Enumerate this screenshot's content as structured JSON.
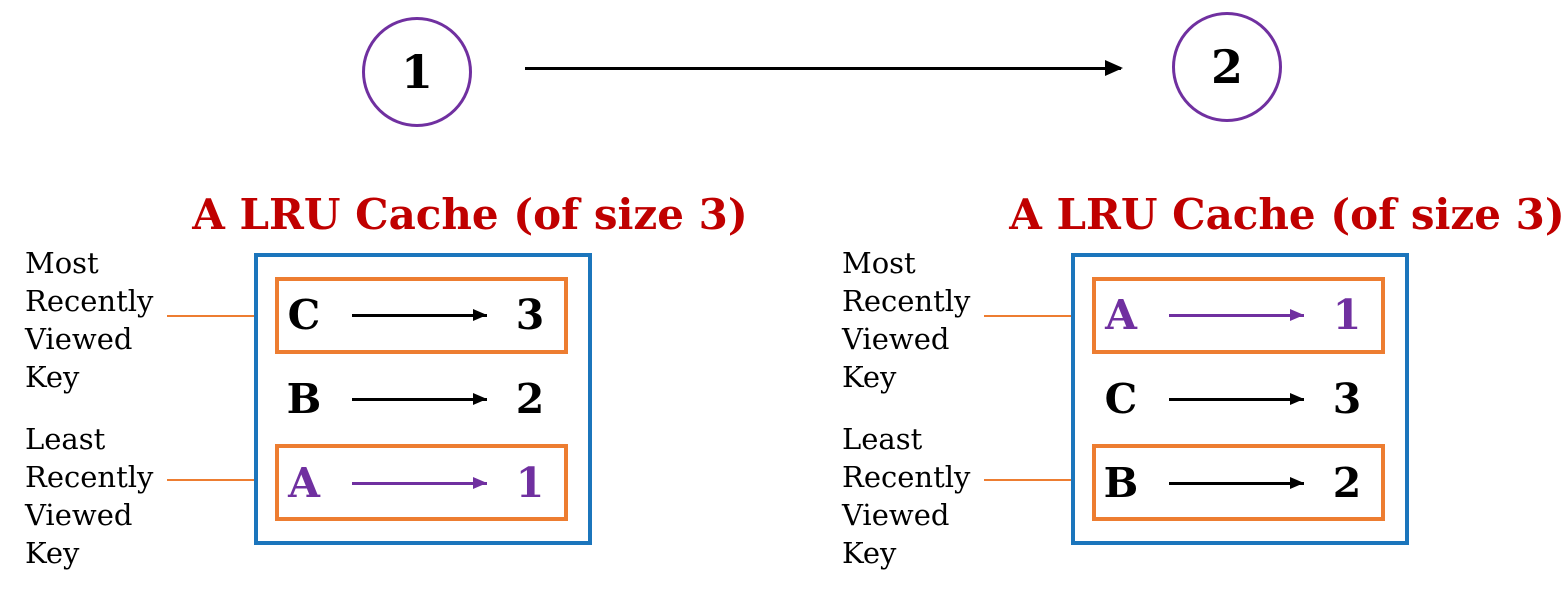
{
  "colors": {
    "purple": "#7030A0",
    "blue": "#1B75BC",
    "orange": "#ED7D31",
    "title_red": "#C00000",
    "ink": "#000000"
  },
  "flow_diagram": {
    "step1_label": "1",
    "step2_label": "2"
  },
  "panels": [
    {
      "title": "A LRU Cache (of size 3)",
      "most_label_lines": [
        "Most",
        "Recently",
        "Viewed",
        "Key"
      ],
      "least_label_lines": [
        "Least",
        "Recently",
        "Viewed",
        "Key"
      ],
      "rows": [
        {
          "key": "C",
          "value": "3"
        },
        {
          "key": "B",
          "value": "2"
        },
        {
          "key": "A",
          "value": "1"
        }
      ]
    },
    {
      "title": "A LRU Cache (of size 3)",
      "most_label_lines": [
        "Most",
        "Recently",
        "Viewed",
        "Key"
      ],
      "least_label_lines": [
        "Least",
        "Recently",
        "Viewed",
        "Key"
      ],
      "rows": [
        {
          "key": "A",
          "value": "1"
        },
        {
          "key": "C",
          "value": "3"
        },
        {
          "key": "B",
          "value": "2"
        }
      ]
    }
  ]
}
